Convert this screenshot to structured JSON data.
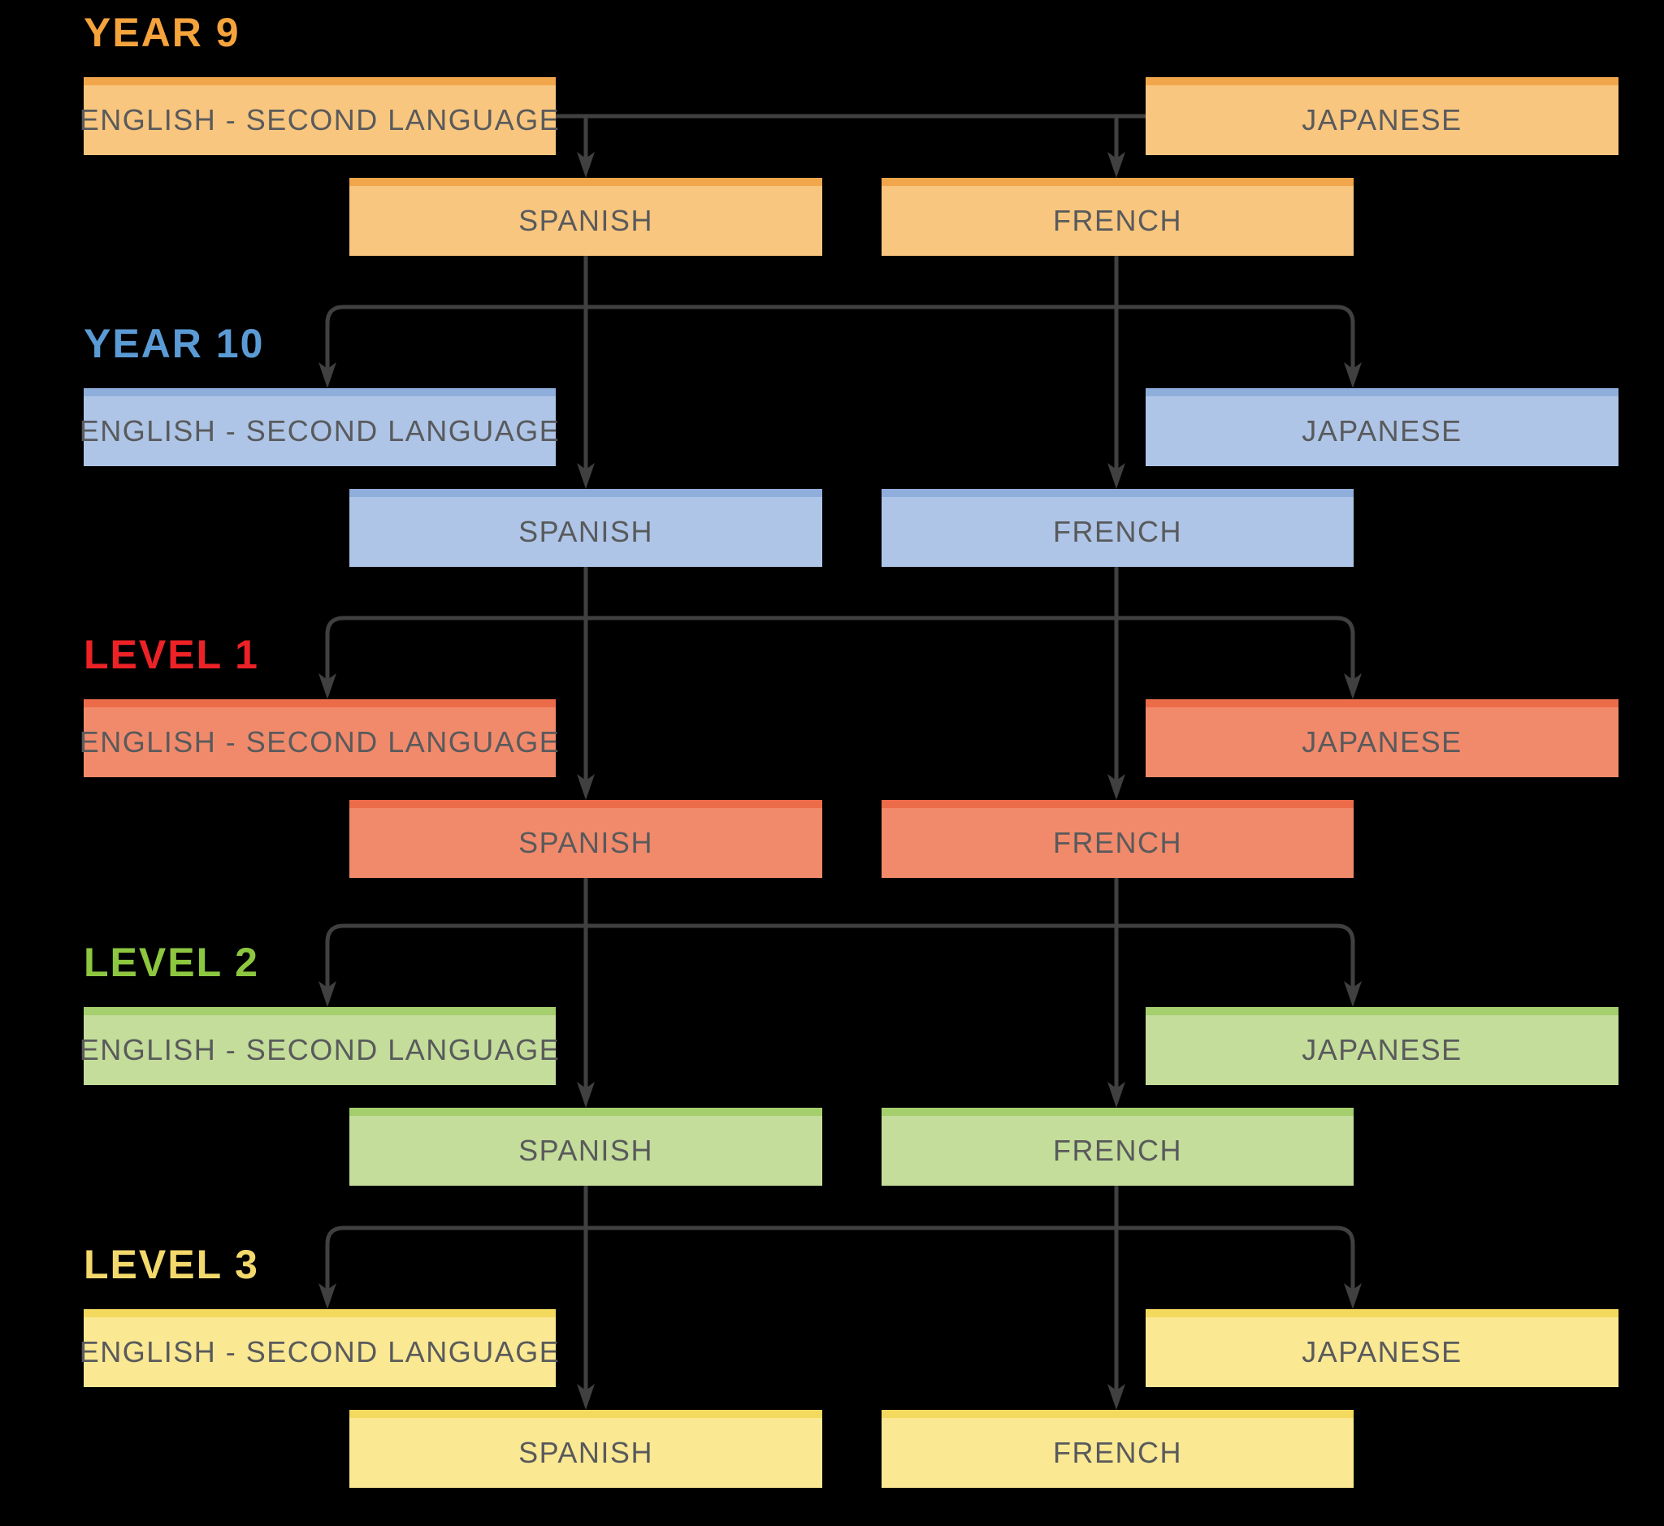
{
  "diagram": {
    "connector_color": "#404040",
    "course_text_color": "#595A5C",
    "groups": [
      {
        "label": "YEAR 9",
        "heading_color": "#F5A33C",
        "box_fill": "#F8C67E",
        "box_strip": "#F2A64B",
        "courses": {
          "english": "ENGLISH - SECOND LANGUAGE",
          "japanese": "JAPANESE",
          "spanish": "SPANISH",
          "french": "FRENCH"
        }
      },
      {
        "label": "YEAR 10",
        "heading_color": "#5B9BD5",
        "box_fill": "#AEC5E7",
        "box_strip": "#8FAEDC",
        "courses": {
          "english": "ENGLISH - SECOND LANGUAGE",
          "japanese": "JAPANESE",
          "spanish": "SPANISH",
          "french": "FRENCH"
        }
      },
      {
        "label": "LEVEL 1",
        "heading_color": "#EC2227",
        "box_fill": "#F18A6B",
        "box_strip": "#EC6C4A",
        "courses": {
          "english": "ENGLISH - SECOND LANGUAGE",
          "japanese": "JAPANESE",
          "spanish": "SPANISH",
          "french": "FRENCH"
        }
      },
      {
        "label": "LEVEL 2",
        "heading_color": "#8DC63F",
        "box_fill": "#C4DD9A",
        "box_strip": "#A5CE6D",
        "courses": {
          "english": "ENGLISH - SECOND LANGUAGE",
          "japanese": "JAPANESE",
          "spanish": "SPANISH",
          "french": "FRENCH"
        }
      },
      {
        "label": "LEVEL 3",
        "heading_color": "#F3D96B",
        "box_fill": "#FAE893",
        "box_strip": "#F3D95E",
        "courses": {
          "english": "ENGLISH - SECOND LANGUAGE",
          "japanese": "JAPANESE",
          "spanish": "SPANISH",
          "french": "FRENCH"
        }
      }
    ]
  }
}
